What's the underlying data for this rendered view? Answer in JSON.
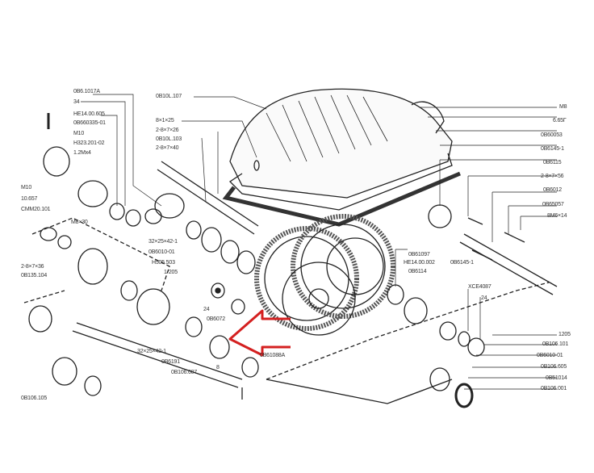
{
  "labels": {
    "l_a": "0B6.1017A",
    "l_b": "34",
    "l_c": "HE14.00.605",
    "l_d": "0B660335-01",
    "l_e": "M10",
    "l_f": "H323.201-02",
    "l_g": "1.2Mx4",
    "l_h": "M10",
    "l_i": "10.657",
    "l_j": "CMM20.101",
    "l_k": "M8×30",
    "l_l": "2-8×7×36",
    "l_m": "0B135.104",
    "l_n": "0B10L.107",
    "l_o": "8×1×25",
    "l_p": "2-8×7×26",
    "l_q": "0B10L.103",
    "l_r": "2-8×7×40",
    "l_s": "32×25×42-1",
    "l_t": "0B6010-01",
    "l_u": "H505.503",
    "l_v": "1-205",
    "r_a": "M8",
    "r_b": "6.65Г",
    "r_c": "0B60053",
    "r_d": "0B6145-1",
    "r_e": "0B6115",
    "r_f": "2-8×7×56",
    "r_g": "0B6012",
    "r_h": "0B65057",
    "r_i": "8M6×14",
    "m_a": "0B61097",
    "m_b": "HE14.00.002",
    "m_c": "0B6145-1",
    "m_d": "0B6114",
    "m_e": "XCE4087",
    "m_f": "24",
    "r_j": "1205",
    "r_k": "0B106.101",
    "r_l": "0B6010-01",
    "r_m": "0B106.605",
    "r_n": "0B51014",
    "r_o": "0B106.001",
    "c_a": "24",
    "c_b": "0B6072",
    "c_c": "32×25×42-1",
    "c_d": "0B6191",
    "c_e": "8",
    "c_f": "0B106.607",
    "c_g": "0B61088A",
    "c_h": "0B106.105"
  },
  "colors": {
    "arrow": "#d42020",
    "ink": "#222222"
  }
}
